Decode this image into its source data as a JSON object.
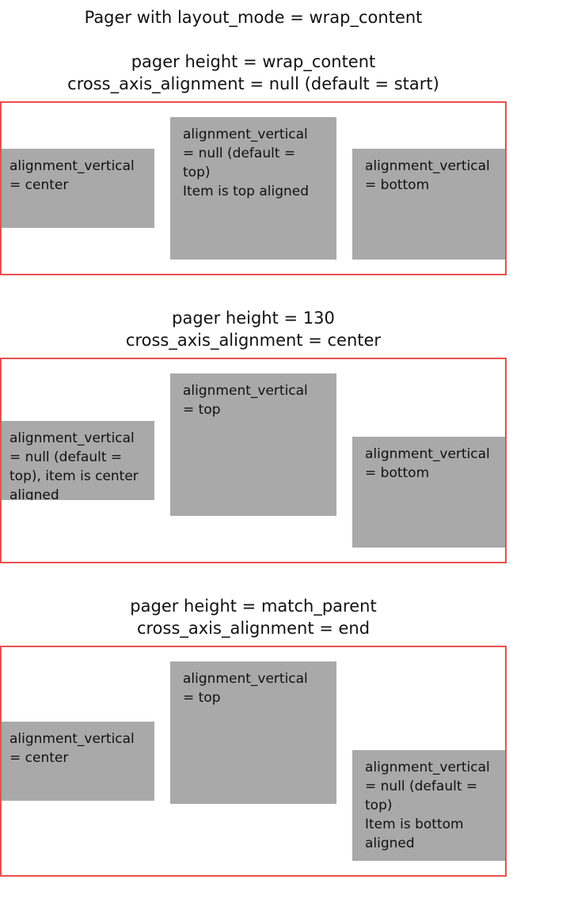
{
  "header": {
    "title": "Pager with layout_mode = wrap_content"
  },
  "sections": [
    {
      "title_line1": "pager height = wrap_content",
      "title_line2": "cross_axis_alignment = null (default = start)",
      "items": [
        {
          "lines": [
            "alignment_vertical",
            "= center"
          ]
        },
        {
          "lines": [
            "alignment_vertical",
            "= null (default =",
            "top)",
            "Item is top aligned"
          ]
        },
        {
          "lines": [
            "alignment_vertical",
            "= bottom"
          ]
        }
      ]
    },
    {
      "title_line1": "pager height = 130",
      "title_line2": "cross_axis_alignment = center",
      "items": [
        {
          "lines": [
            "alignment_vertical",
            "= null (default =",
            "top), item is center",
            "aligned"
          ]
        },
        {
          "lines": [
            "alignment_vertical",
            "= top"
          ]
        },
        {
          "lines": [
            "alignment_vertical",
            "= bottom"
          ]
        }
      ]
    },
    {
      "title_line1": "pager height = match_parent",
      "title_line2": "cross_axis_alignment = end",
      "items": [
        {
          "lines": [
            "alignment_vertical",
            "= center"
          ]
        },
        {
          "lines": [
            "alignment_vertical",
            "= top"
          ]
        },
        {
          "lines": [
            "alignment_vertical",
            "= null (default =",
            "top)",
            "Item is bottom",
            "aligned"
          ]
        }
      ]
    }
  ],
  "colors": {
    "border": "#e8504f",
    "item_background": "#a9a9a9",
    "text": "#111111"
  }
}
